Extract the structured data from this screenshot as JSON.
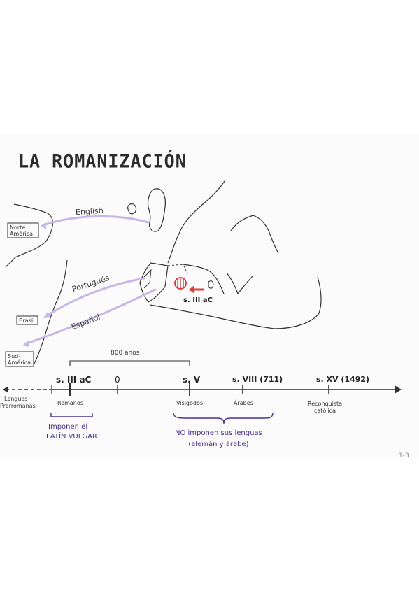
{
  "title": "LA ROMANIZACIÓN",
  "map": {
    "labels": {
      "english": "English",
      "portugues": "Portugués",
      "espanol": "Español",
      "rome_date": "s. III aC"
    },
    "boxes": {
      "norte_america": [
        "Norte",
        "América"
      ],
      "brasil": "Brasil",
      "sud_america": [
        "Sud-",
        "América"
      ]
    }
  },
  "timeline": {
    "span_label": "800 años",
    "before_label": [
      "Lenguas",
      "Prerromanas"
    ],
    "marks": [
      {
        "label": "s. III aC",
        "below": "Romanos"
      },
      {
        "label": "0",
        "below": ""
      },
      {
        "label": "s. V",
        "below": "Visigodos"
      },
      {
        "label": "s. VIII (711)",
        "below": "Árabes"
      },
      {
        "label": "s. XV (1492)",
        "below": [
          "Reconquista",
          "católica"
        ]
      }
    ],
    "note_romans": [
      "Imponen el",
      "LATÍN VULGAR"
    ],
    "note_invaders": [
      "NO imponen sus lenguas",
      "(alemán y árabe)"
    ]
  },
  "page_number": "1-3",
  "colors": {
    "ink": "#2a2a2a",
    "arrow_lilac": "#c7b6e8",
    "brace_purple": "#4a2f8f",
    "rome_red": "#e03a3a"
  }
}
